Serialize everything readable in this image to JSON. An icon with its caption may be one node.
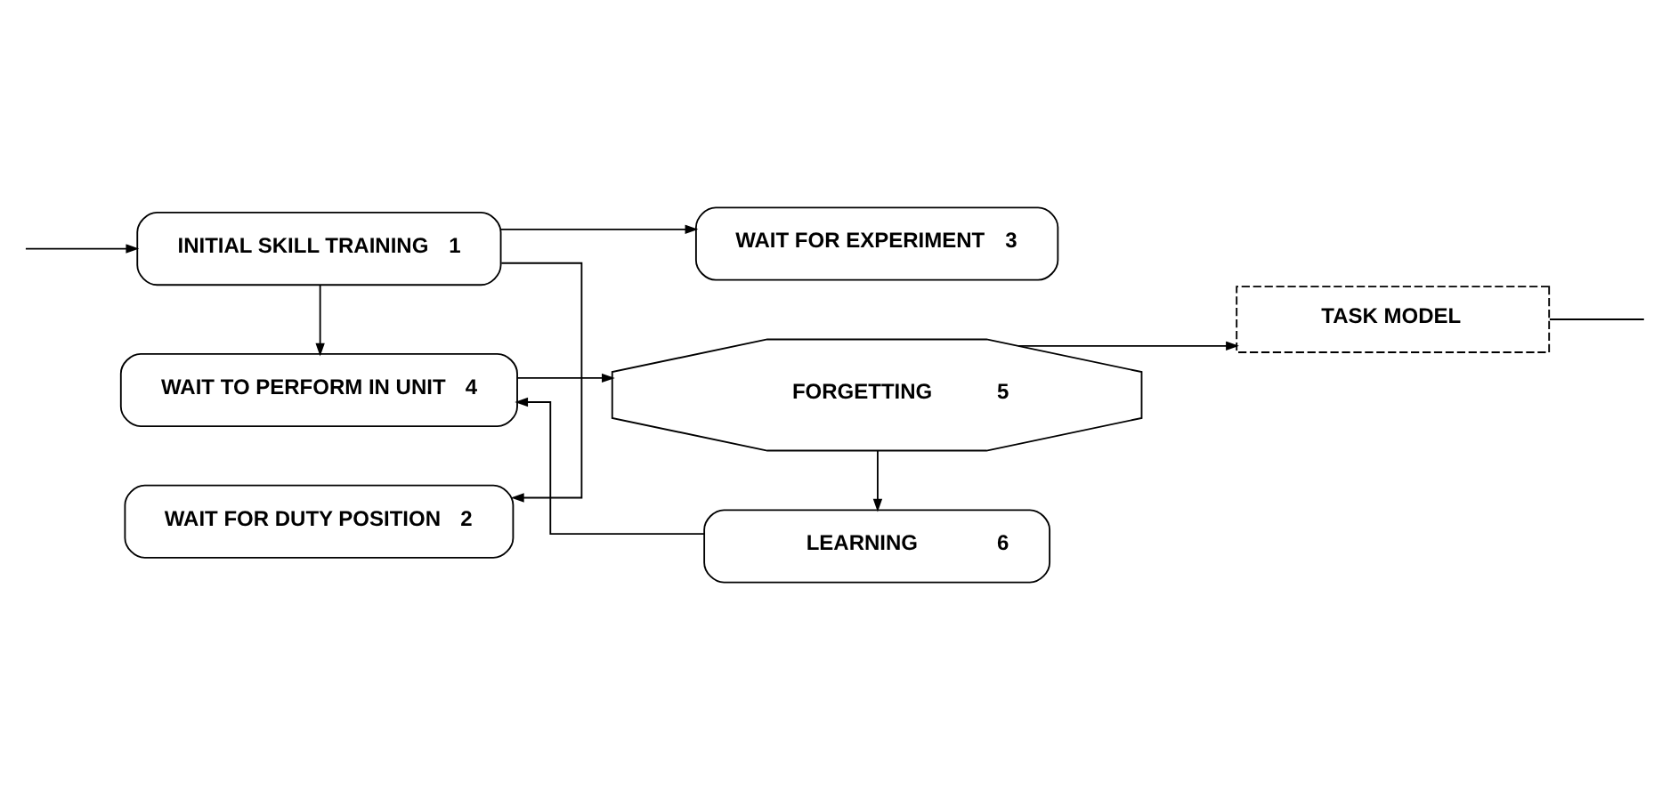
{
  "diagram": {
    "nodes": [
      {
        "text": [
          "INITIAL SKILL TRAINING",
          "1"
        ]
      },
      {
        "text": [
          "WAIT FOR DUTY POSITION",
          "2"
        ]
      },
      {
        "text": [
          "WAIT TO PERFORM IN UNIT",
          "4"
        ]
      },
      {
        "text": [
          "WAIT FOR EXPERIMENT",
          "3"
        ]
      },
      {
        "text": [
          "FORGETTING",
          "5"
        ]
      },
      {
        "text": [
          "LEARNING",
          "6"
        ]
      },
      {
        "text": [
          "TASK MODEL"
        ]
      }
    ],
    "edges": [
      {
        "from": null,
        "to": 0,
        "arrow": "to"
      },
      {
        "from": 0,
        "to": 1,
        "arrow": "to"
      },
      {
        "from": 0,
        "to": 2,
        "arrow": "to"
      },
      {
        "from": 0,
        "to": 3,
        "arrow": "to"
      },
      {
        "from": 2,
        "to": 4,
        "arrow": "to"
      },
      {
        "from": 4,
        "to": 5,
        "arrow": "to"
      },
      {
        "from": 5,
        "to": 2,
        "arrow": "to"
      },
      {
        "from": 4,
        "to": 6,
        "arrow": "to"
      },
      {
        "from": 6,
        "to": null,
        "arrow": "none"
      }
    ]
  }
}
